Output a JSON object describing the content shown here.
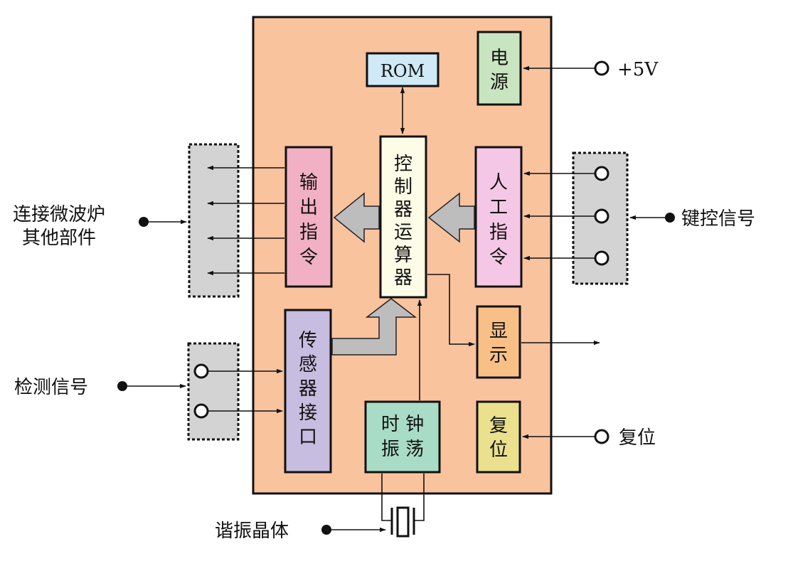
{
  "blocks": {
    "rom": "ROM",
    "power": [
      "电",
      "源"
    ],
    "controller": [
      "控",
      "制",
      "器",
      "运",
      "算",
      "器"
    ],
    "output_cmd": [
      "输",
      "出",
      "指",
      "令"
    ],
    "manual_cmd": [
      "人",
      "工",
      "指",
      "令"
    ],
    "display": [
      "显",
      "示"
    ],
    "sensor_interface": [
      "传",
      "感",
      "器",
      "接",
      "口"
    ],
    "clock": [
      "时 钟",
      "振 荡"
    ],
    "reset_block": [
      "复",
      "位"
    ]
  },
  "external": {
    "plus5v": "+5V",
    "key_signal": "键控信号",
    "other_parts": [
      "连接微波炉",
      "其他部件"
    ],
    "detect_signal": "检测信号",
    "reset": "复位",
    "crystal": "谐振晶体"
  },
  "colors": {
    "chip": "#f9c39e",
    "rom": "#cfe9f6",
    "power": "#c9e5c0",
    "controller": "#fdfce6",
    "output_cmd": "#f2b0c4",
    "manual_cmd": "#f5c7e6",
    "display": "#f8bf86",
    "sensor_interface": "#c7bde0",
    "clock": "#a8dcc6",
    "reset_block": "#ebe08d",
    "connector": "#d3d3d3",
    "big_arrow": "#bdbdbd"
  }
}
